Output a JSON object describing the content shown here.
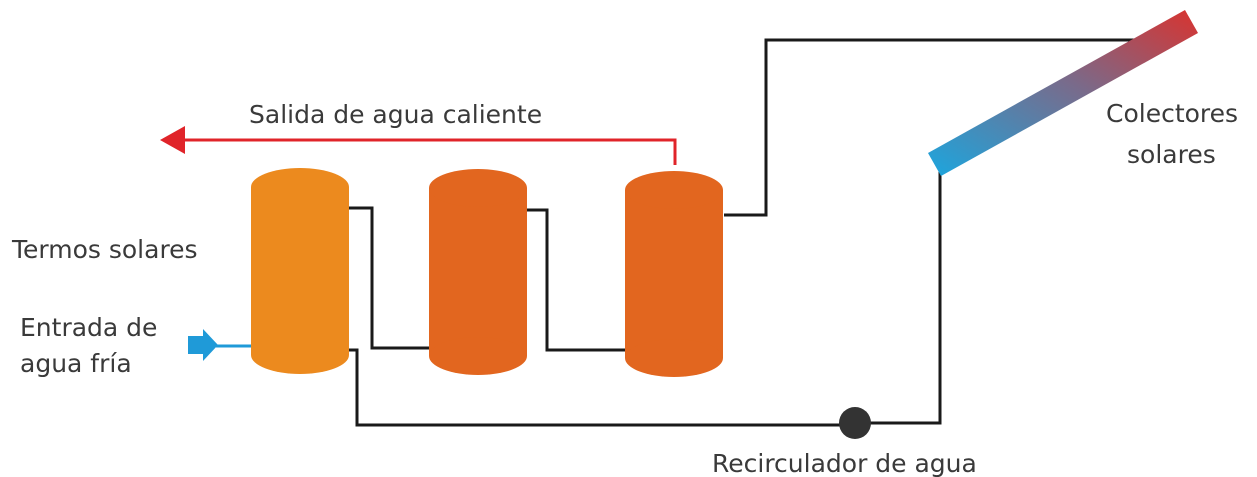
{
  "labels": {
    "hot_water_outlet": "Salida de agua caliente",
    "solar_thermos": "Termos solares",
    "cold_water_inlet_line1": "Entrada de",
    "cold_water_inlet_line2": "agua fría",
    "collectors_line1": "Colectores",
    "collectors_line2": "solares",
    "recirculator": "Recirculador de agua"
  },
  "colors": {
    "hot_pipe": "#e0242a",
    "cold_inlet": "#1f9ad8",
    "pipe": "#1a1a1a",
    "tank_1": "#ec8a1e",
    "tank_2": "#e2661f",
    "tank_3": "#e2661f",
    "pump": "#333333",
    "collector_hot": "#d9332f",
    "collector_cold": "#1ca6de"
  }
}
